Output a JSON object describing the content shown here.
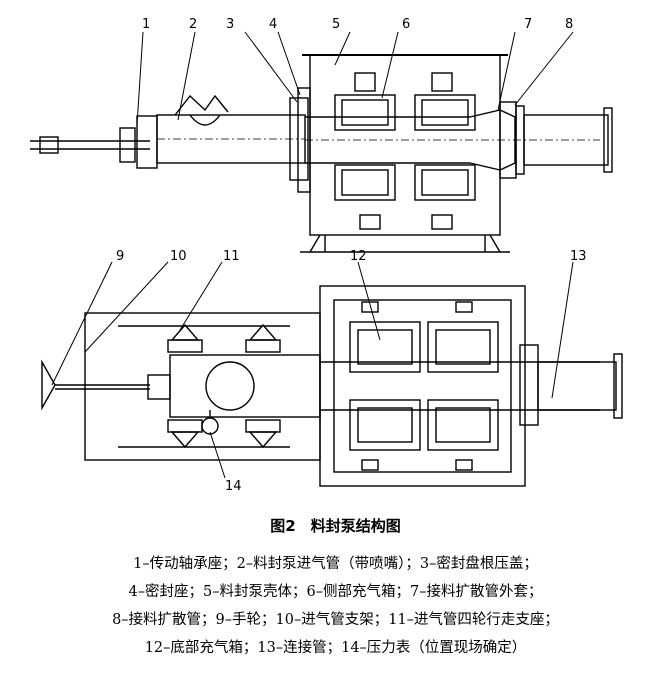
{
  "figure": {
    "labels": [
      "1",
      "2",
      "3",
      "4",
      "5",
      "6",
      "7",
      "8",
      "9",
      "10",
      "11",
      "12",
      "13",
      "14"
    ]
  },
  "caption": "图2　料封泵结构图",
  "legend": {
    "lines": [
      "1–传动轴承座；2–料封泵进气管（带喷嘴）；3–密封盘根压盖；",
      "4–密封座；5–料封泵壳体；6–侧部充气箱；7–接料扩散管外套；",
      "8–接料扩散管；9–手轮；10–进气管支架；11–进气管四轮行走支座；",
      "12–底部充气箱；13–连接管；14–压力表（位置现场确定）"
    ]
  }
}
